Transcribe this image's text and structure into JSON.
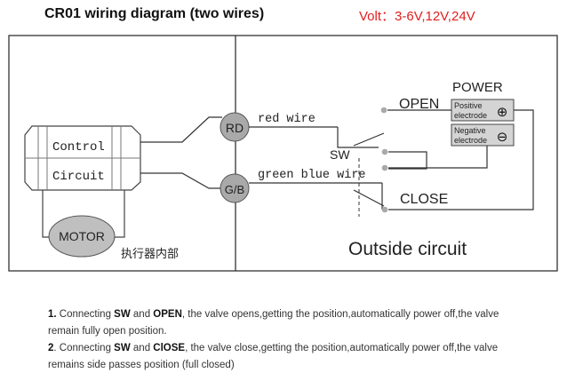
{
  "header": {
    "title": "CR01 wiring diagram (two wires)",
    "volt": "Volt：3-6V,12V,24V"
  },
  "diagram": {
    "labels": {
      "control": "Control",
      "circuit": "Circuit",
      "motor": "MOTOR",
      "internal": "执行器内部",
      "rd": "RD",
      "gb": "G/B",
      "red_wire": "red wire",
      "green_blue_wire": "green blue wire",
      "sw": "SW",
      "open": "OPEN",
      "close": "CLOSE",
      "power": "POWER",
      "positive_1": "Positive",
      "positive_2": "electrode",
      "negative_1": "Negative",
      "negative_2": "electrode",
      "plus_symbol": "⊕",
      "minus_symbol": "⊖",
      "outside": "Outside circuit"
    },
    "colors": {
      "line": "#333333",
      "terminal": "#a9a9a9",
      "motor": "#bfbfbf",
      "electrode_box": "#d4d4d4"
    }
  },
  "notes": {
    "note1": {
      "num": "1.",
      "a": " Connecting ",
      "k1": "SW",
      "b": " and ",
      "k2": "OPEN",
      "c": ", the valve opens,getting the position,automatically power off,the valve remain fully open position."
    },
    "note2": {
      "num": "2",
      "a": ". Connecting ",
      "k1": "SW",
      "b": " and ",
      "k2": "ClOSE",
      "c": ", the valve close,getting the position,automatically power off,the valve remains side passes position (full closed)"
    }
  }
}
